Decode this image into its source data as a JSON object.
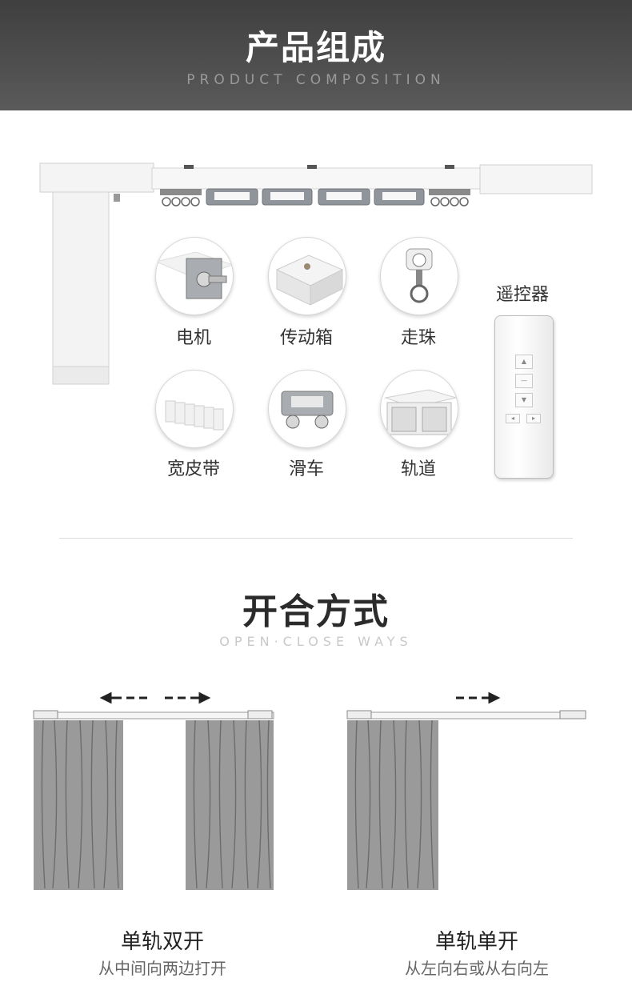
{
  "header": {
    "title": "产品组成",
    "subtitle": "PRODUCT COMPOSITION"
  },
  "components": [
    {
      "label": "电机",
      "icon": "motor-icon"
    },
    {
      "label": "传动箱",
      "icon": "gearbox-icon"
    },
    {
      "label": "走珠",
      "icon": "runner-icon"
    },
    {
      "label": "宽皮带",
      "icon": "belt-icon"
    },
    {
      "label": "滑车",
      "icon": "carriage-icon"
    },
    {
      "label": "轨道",
      "icon": "track-icon"
    }
  ],
  "remote": {
    "label": "遥控器",
    "buttons": [
      "▲",
      "—",
      "▼",
      "◂",
      "▸"
    ]
  },
  "open_close": {
    "title": "开合方式",
    "subtitle": "OPEN·CLOSE WAYS",
    "ways": [
      {
        "title": "单轨双开",
        "desc": "从中间向两边打开"
      },
      {
        "title": "单轨单开",
        "desc": "从左向右或从右向左"
      }
    ]
  }
}
